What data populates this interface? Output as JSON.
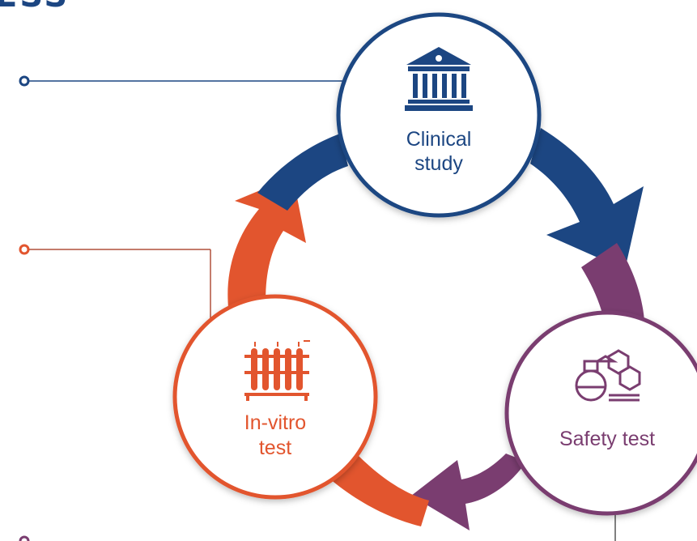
{
  "header": {
    "title_fragment": "ESS"
  },
  "colors": {
    "blue": "#1c4682",
    "purple": "#7a3d70",
    "orange": "#e2552e"
  },
  "stages": [
    {
      "id": "clinical",
      "label_line1": "Clinical",
      "label_line2": "study",
      "icon": "courthouse-icon",
      "color": "#1c4682"
    },
    {
      "id": "safety",
      "label_line1": "Safety test",
      "label_line2": "",
      "icon": "lab-flask-icon",
      "color": "#7a3d70"
    },
    {
      "id": "invitro",
      "label_line1": "In-vitro",
      "label_line2": "test",
      "icon": "test-tubes-icon",
      "color": "#e2552e"
    }
  ]
}
